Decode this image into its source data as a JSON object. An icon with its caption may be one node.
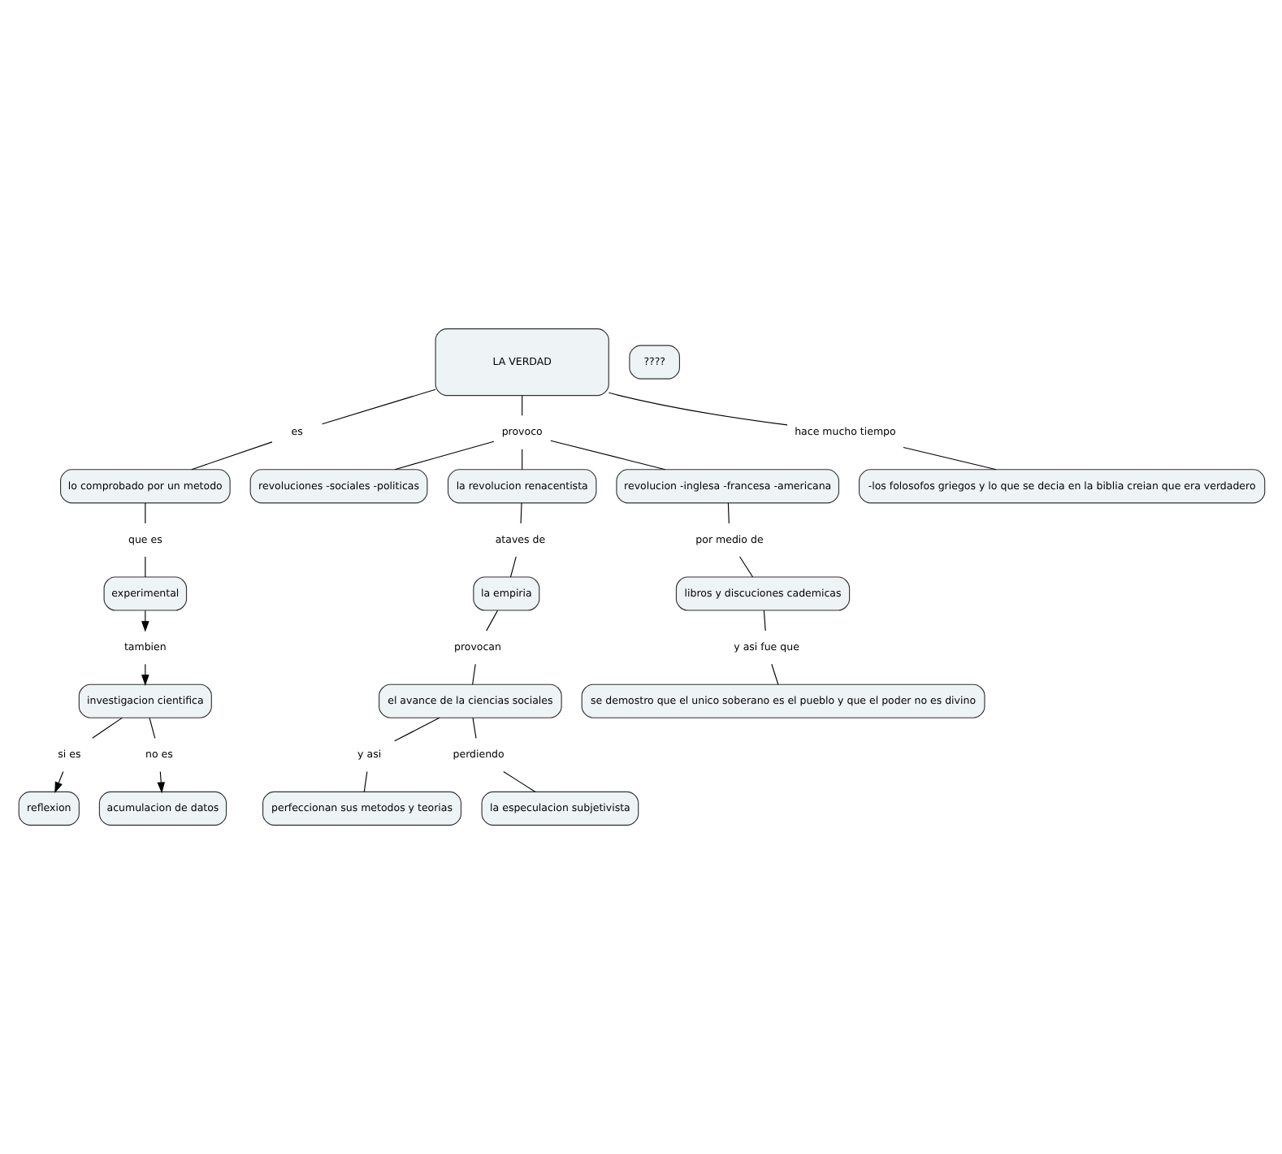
{
  "diagram": {
    "nodes": [
      {
        "text": [
          "LA VERDAD"
        ]
      },
      {
        "text": [
          "es"
        ]
      },
      {
        "text": [
          "provoco"
        ]
      },
      {
        "text": [
          "hace mucho tiempo"
        ]
      },
      {
        "text": [
          "lo comprobado por un metodo"
        ]
      },
      {
        "text": [
          "revoluciones -sociales -politicas"
        ]
      },
      {
        "text": [
          "la revolucion renacentista"
        ]
      },
      {
        "text": [
          "revolucion -inglesa -francesa -americana"
        ]
      },
      {
        "text": [
          "-los folosofos griegos y lo que se decia en la biblia creian que era verdadero"
        ]
      },
      {
        "text": [
          "que es"
        ]
      },
      {
        "text": [
          "ataves de"
        ]
      },
      {
        "text": [
          "por medio de"
        ]
      },
      {
        "text": [
          "experimental"
        ]
      },
      {
        "text": [
          "la empiria"
        ]
      },
      {
        "text": [
          "libros y discuciones cademicas"
        ]
      },
      {
        "text": [
          "tambien"
        ]
      },
      {
        "text": [
          "provocan"
        ]
      },
      {
        "text": [
          "y asi fue que"
        ]
      },
      {
        "text": [
          "investigacion cientifica"
        ]
      },
      {
        "text": [
          "el avance de la ciencias sociales"
        ]
      },
      {
        "text": [
          "se demostro que el unico soberano es el pueblo y que el poder no es divino"
        ]
      },
      {
        "text": [
          "si es"
        ]
      },
      {
        "text": [
          "no es"
        ]
      },
      {
        "text": [
          "y asi"
        ]
      },
      {
        "text": [
          "perdiendo"
        ]
      },
      {
        "text": [
          "reflexion"
        ]
      },
      {
        "text": [
          "acumulacion de datos"
        ]
      },
      {
        "text": [
          "perfeccionan sus metodos y teorias"
        ]
      },
      {
        "text": [
          "la especulacion subjetivista"
        ]
      },
      {
        "text": [
          "????"
        ]
      }
    ],
    "edges": [
      {
        "from": 0,
        "to": 1,
        "arrow": "none"
      },
      {
        "from": 1,
        "to": 4,
        "arrow": "none"
      },
      {
        "from": 0,
        "to": 2,
        "arrow": "none"
      },
      {
        "from": 2,
        "to": 5,
        "arrow": "none"
      },
      {
        "from": 2,
        "to": 6,
        "arrow": "none"
      },
      {
        "from": 2,
        "to": 7,
        "arrow": "none"
      },
      {
        "from": 0,
        "to": 3,
        "arrow": "none"
      },
      {
        "from": 3,
        "to": 8,
        "arrow": "none"
      },
      {
        "from": 4,
        "to": 9,
        "arrow": "none"
      },
      {
        "from": 9,
        "to": 12,
        "arrow": "none"
      },
      {
        "from": 6,
        "to": 10,
        "arrow": "none"
      },
      {
        "from": 10,
        "to": 13,
        "arrow": "none"
      },
      {
        "from": 7,
        "to": 11,
        "arrow": "none"
      },
      {
        "from": 11,
        "to": 14,
        "arrow": "none"
      },
      {
        "from": 12,
        "to": 15,
        "arrow": "to"
      },
      {
        "from": 15,
        "to": 18,
        "arrow": "to"
      },
      {
        "from": 13,
        "to": 16,
        "arrow": "none"
      },
      {
        "from": 16,
        "to": 19,
        "arrow": "none"
      },
      {
        "from": 14,
        "to": 17,
        "arrow": "none"
      },
      {
        "from": 17,
        "to": 20,
        "arrow": "none"
      },
      {
        "from": 18,
        "to": 21,
        "arrow": "none"
      },
      {
        "from": 21,
        "to": 25,
        "arrow": "to"
      },
      {
        "from": 18,
        "to": 22,
        "arrow": "none"
      },
      {
        "from": 22,
        "to": 26,
        "arrow": "to"
      },
      {
        "from": 19,
        "to": 23,
        "arrow": "none"
      },
      {
        "from": 23,
        "to": 27,
        "arrow": "none"
      },
      {
        "from": 19,
        "to": 24,
        "arrow": "none"
      },
      {
        "from": 24,
        "to": 28,
        "arrow": "none"
      }
    ]
  }
}
